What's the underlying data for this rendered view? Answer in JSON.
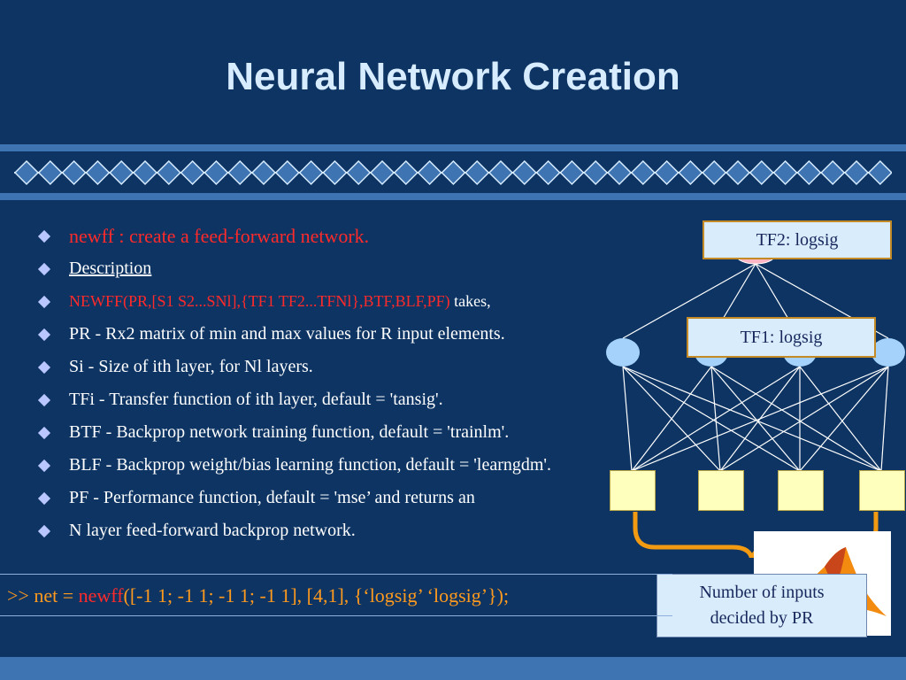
{
  "slide": {
    "title": "Neural Network Creation"
  },
  "bullets": [
    {
      "text": "newff : create a feed-forward network."
    },
    {
      "text": "Description"
    },
    {
      "text_red": "NEWFF(PR,[S1 S2...SNl],{TF1 TF2...TFNl},BTF,BLF,PF)",
      "text_after": " takes,"
    },
    {
      "text": "PR  - Rx2 matrix of min and max values for R input elements."
    },
    {
      "text": "Si  - Size of ith layer, for Nl layers."
    },
    {
      "text": "TFi - Transfer function of ith layer, default = 'tansig'."
    },
    {
      "text": "BTF - Backprop network training function, default = 'trainlm'."
    },
    {
      "text": "BLF - Backprop weight/bias learning function, default = 'learngdm'."
    },
    {
      "text": "PF  - Performance function, default = 'mse’ and returns an"
    },
    {
      "text": "N layer feed-forward backprop network."
    }
  ],
  "command": {
    "prompt": ">> net = ",
    "func": "newff",
    "args": "([-1 1; -1 1; -1 1; -1 1], [4,1], {‘logsig’ ‘logsig’});"
  },
  "diagram": {
    "tf2_label": "TF2: logsig",
    "tf1_label": "TF1: logsig",
    "pr_note": [
      "Number of inputs",
      "decided by PR"
    ],
    "input_count": 4,
    "hidden_count": 4,
    "output_count": 1
  },
  "colors": {
    "background": "#0d3463",
    "title": "#d8ecff",
    "accent_red": "#ff2a2a",
    "command_orange": "#ff9a1e",
    "node_blue": "#a4d2fb",
    "output_node_pink": "#ffb6c4",
    "input_yellow": "#ffffbd",
    "bracket_orange": "#f29a12"
  }
}
